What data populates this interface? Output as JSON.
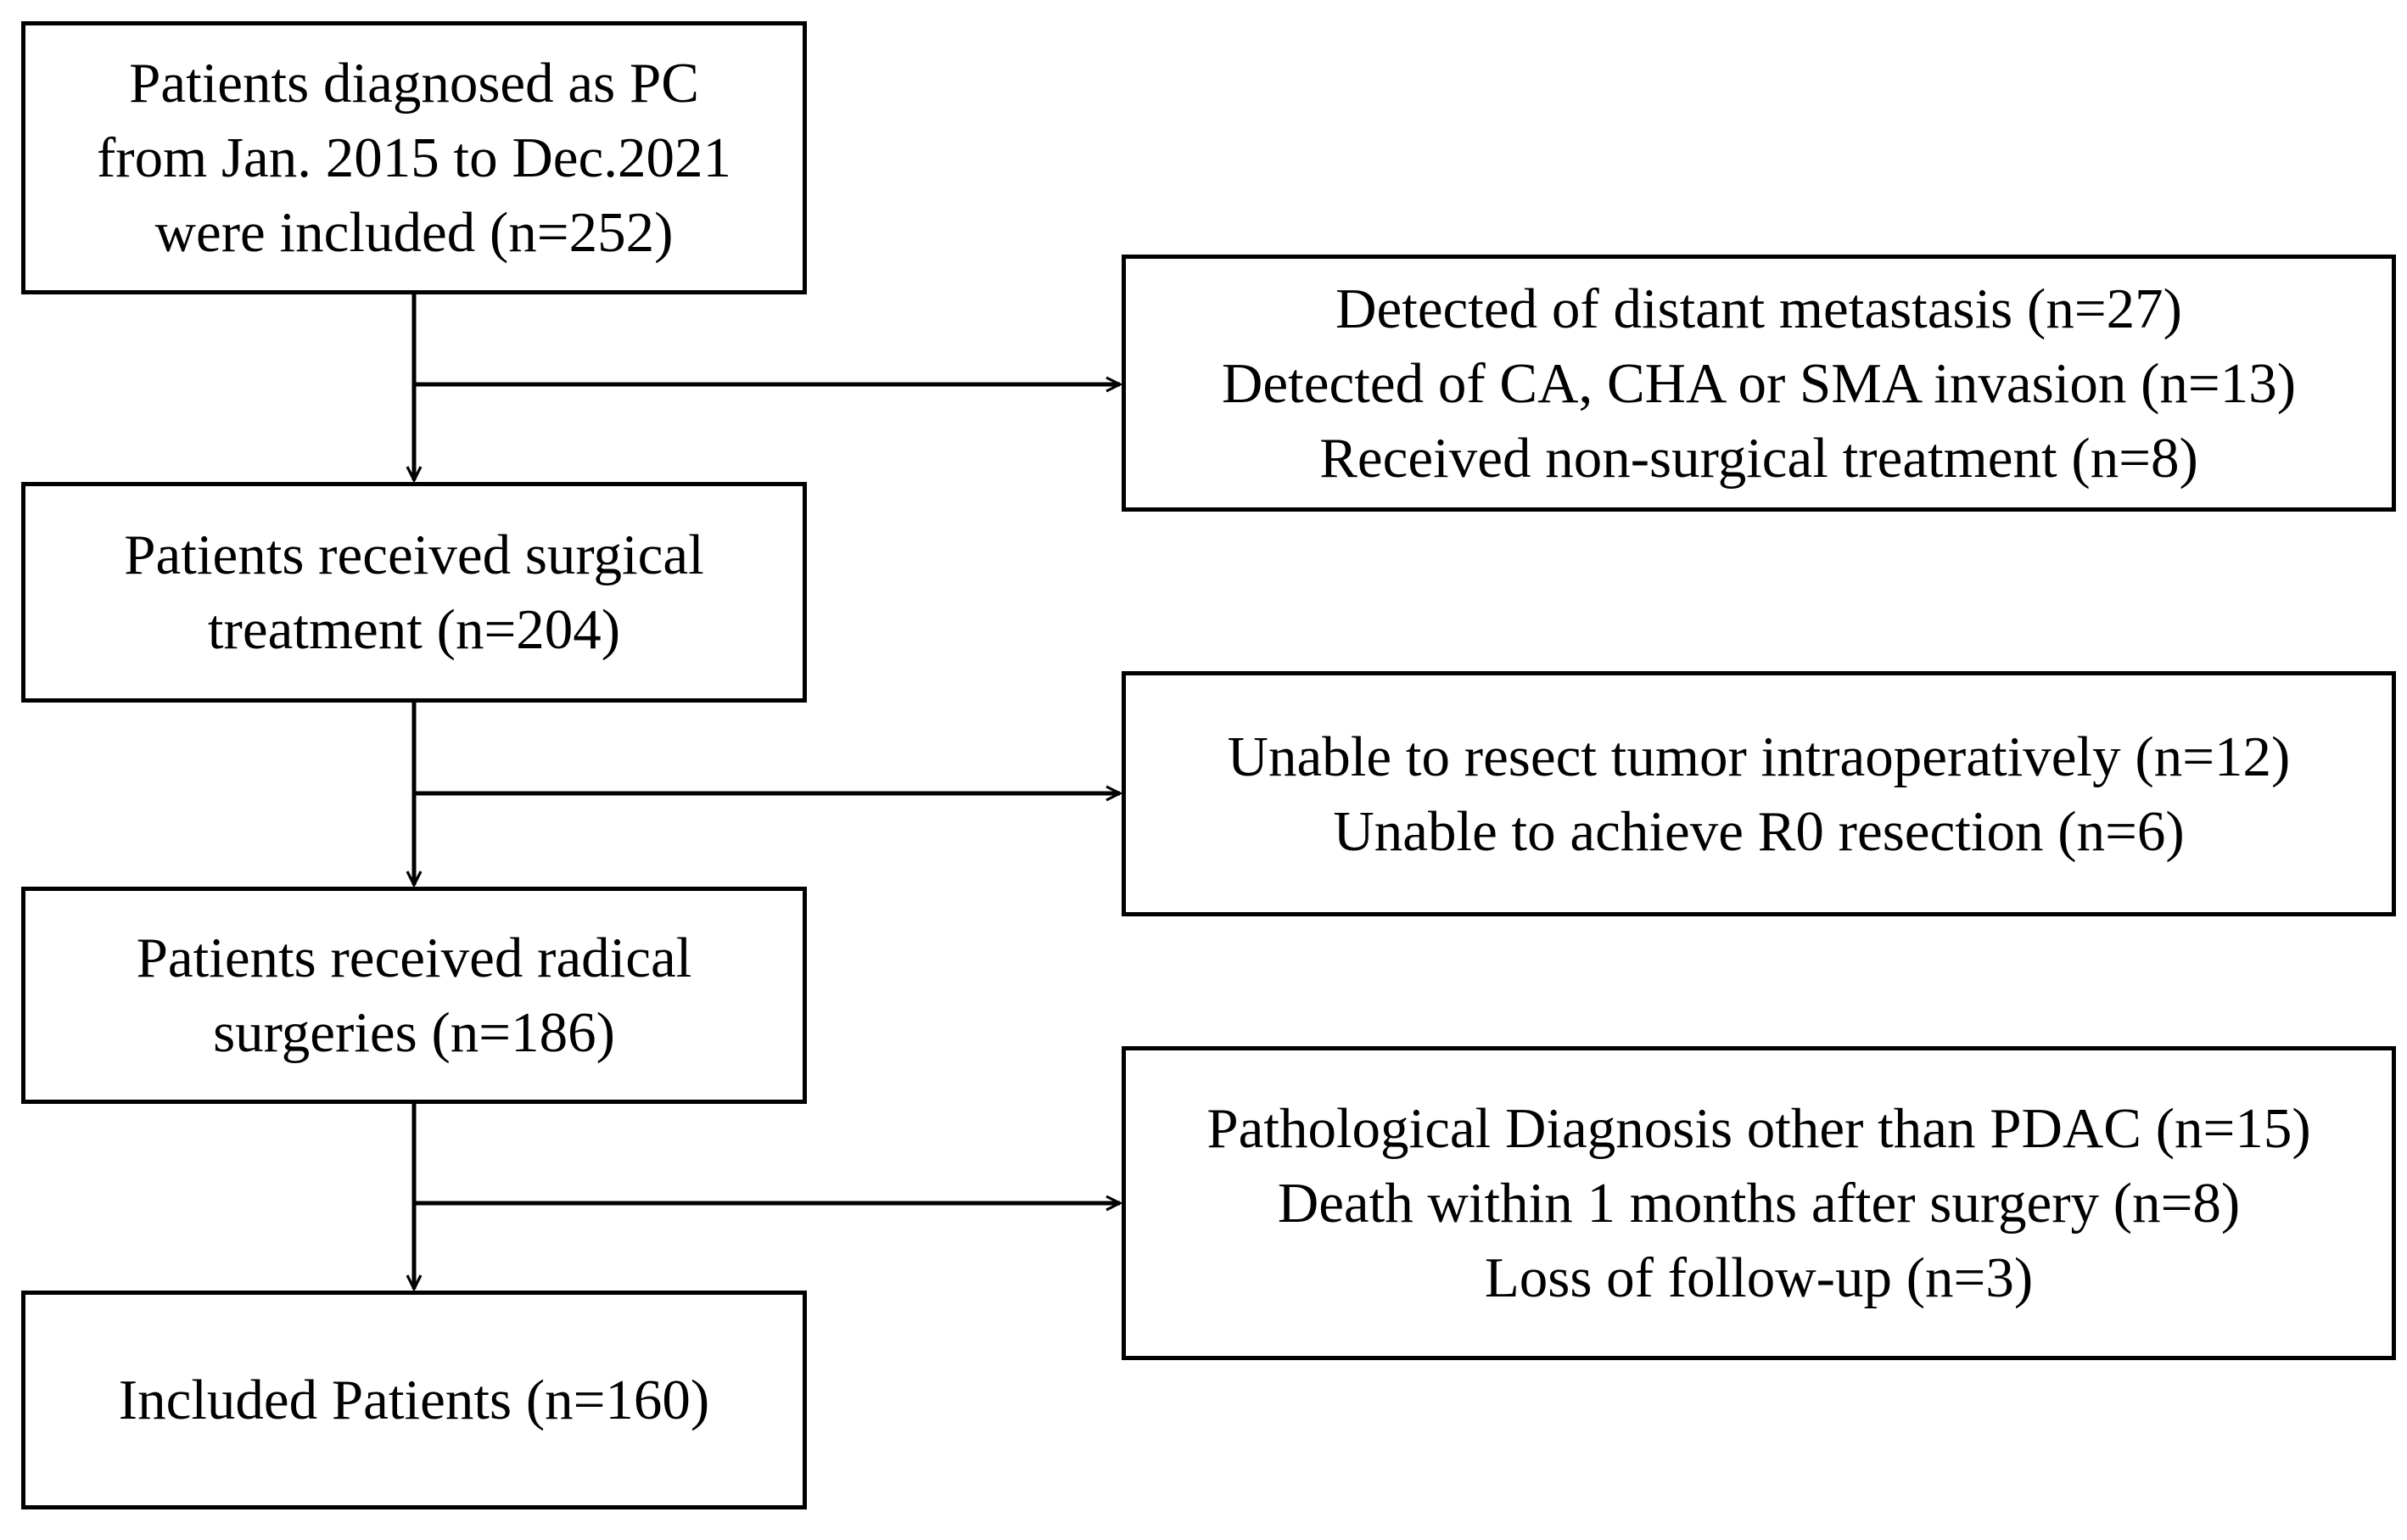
{
  "flowchart": {
    "main_steps": [
      {
        "lines": [
          "Patients diagnosed as PC",
          "from Jan. 2015 to Dec.2021",
          "were included (n=252)"
        ]
      },
      {
        "lines": [
          "Patients received surgical",
          "treatment (n=204)"
        ]
      },
      {
        "lines": [
          "Patients received radical",
          "surgeries (n=186)"
        ]
      },
      {
        "lines": [
          "Included Patients (n=160)"
        ]
      }
    ],
    "exclusions": [
      {
        "lines": [
          "Detected of distant metastasis (n=27)",
          "Detected of CA, CHA or SMA invasion (n=13)",
          "Received non-surgical treatment (n=8)"
        ]
      },
      {
        "lines": [
          "Unable to resect tumor intraoperatively (n=12)",
          "Unable to achieve R0 resection (n=6)"
        ]
      },
      {
        "lines": [
          "Pathological Diagnosis other than PDAC (n=15)",
          "Death within 1 months after surgery (n=8)",
          "Loss of follow-up (n=3)"
        ]
      }
    ],
    "colors": {
      "line": "#000000",
      "box_border": "#000000",
      "background": "#ffffff"
    }
  }
}
